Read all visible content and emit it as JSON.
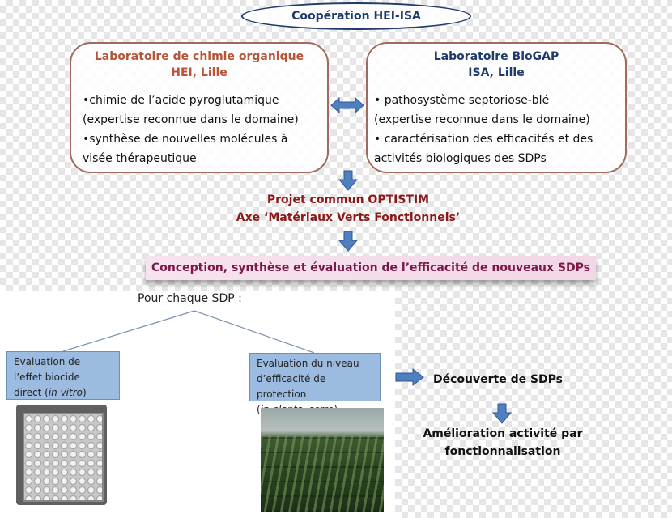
{
  "header": {
    "title": "Coopération HEI-ISA"
  },
  "lab_left": {
    "title_line1": "Laboratoire de chimie organique",
    "title_line2": "HEI, Lille",
    "lines": [
      "•chimie de l’acide pyroglutamique",
      " (expertise reconnue dans le domaine)",
      "•synthèse de nouvelles molécules à",
      " visée thérapeutique"
    ]
  },
  "lab_right": {
    "title_line1": "Laboratoire BioGAP",
    "title_line2": "ISA, Lille",
    "lines": [
      "• pathosystème septoriose-blé",
      " (expertise reconnue dans le domaine)",
      "• caractérisation des efficacités et des",
      " activités biologiques des SDPs"
    ]
  },
  "projet": {
    "line1": "Projet commun OPTISTIM",
    "line2": "Axe ‘Matériaux Verts Fonctionnels’"
  },
  "conception": {
    "text": "Conception, synthèse et évaluation de l’efficacité de nouveaux SDPs"
  },
  "lower": {
    "pour_chaque": "Pour chaque SDP :",
    "eval_left": {
      "line1": "Evaluation de",
      "line2": "l’effet biocide",
      "line3_prefix": "direct (",
      "line3_italic": "in vitro",
      "line3_suffix": ")"
    },
    "eval_right": {
      "line1": "Evaluation du niveau",
      "line2": "d’efficacité de protection",
      "line3_prefix": "(",
      "line3_italic": "in planta",
      "line3_suffix": ", serre)"
    }
  },
  "results": {
    "decouverte": "Découverte de SDPs",
    "amelioration_line1": "Amélioration activité par",
    "amelioration_line2": "fonctionnalisation"
  },
  "colors": {
    "header_text": "#1f3a6b",
    "left_title": "#b5553a",
    "projet_text": "#8a1a1a",
    "conception_text": "#7a1848",
    "eval_box_fill": "#9bbbe0",
    "arrow_fill": "#4f7fbf"
  }
}
